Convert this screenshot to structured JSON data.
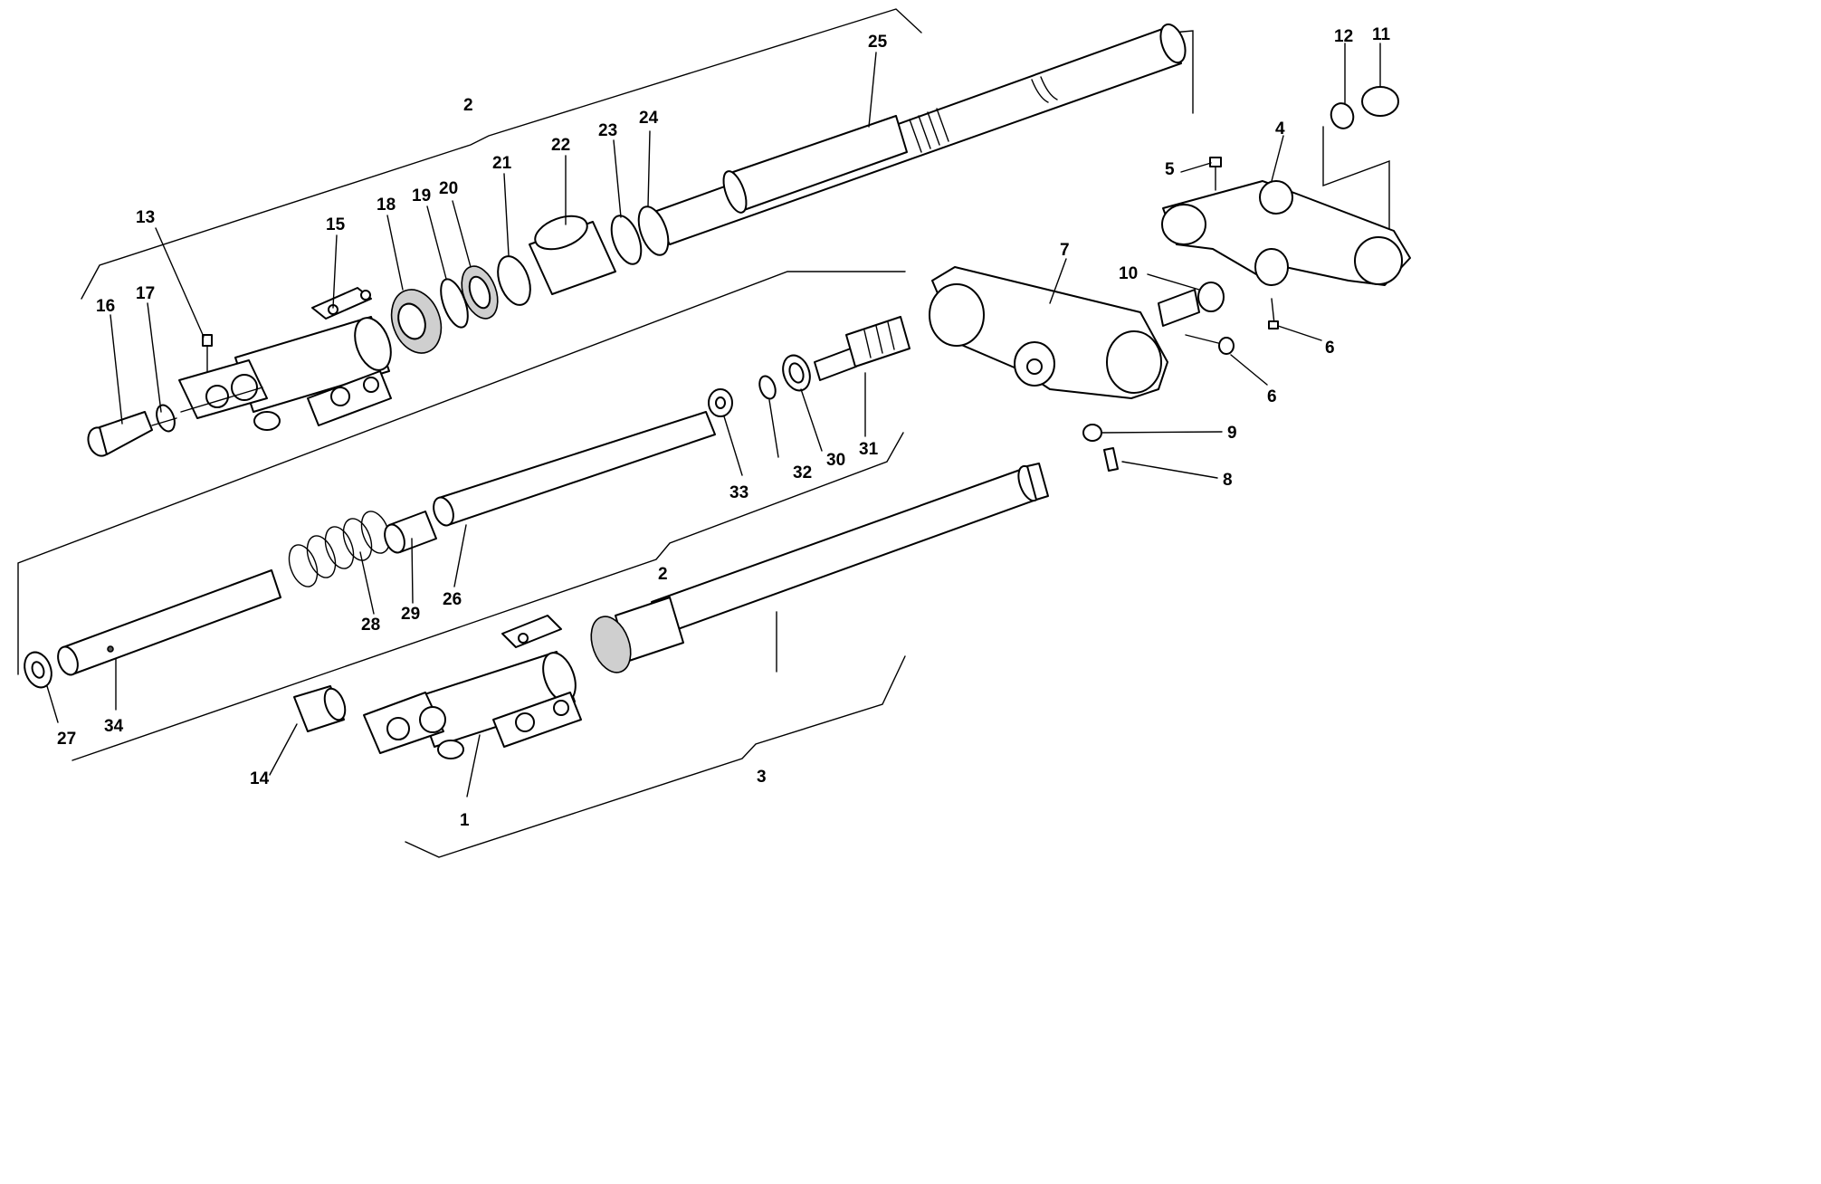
{
  "labels": {
    "l1": "1",
    "l2a": "2",
    "l2b": "2",
    "l3": "3",
    "l4": "4",
    "l5": "5",
    "l6a": "6",
    "l6b": "6",
    "l7": "7",
    "l8": "8",
    "l9": "9",
    "l10": "10",
    "l11": "11",
    "l12": "12",
    "l13": "13",
    "l14": "14",
    "l15": "15",
    "l16": "16",
    "l17": "17",
    "l18": "18",
    "l19": "19",
    "l20": "20",
    "l21": "21",
    "l22": "22",
    "l23": "23",
    "l24": "24",
    "l25": "25",
    "l26": "26",
    "l27": "27",
    "l28": "28",
    "l29": "29",
    "l30": "30",
    "l31": "31",
    "l32": "32",
    "l33": "33",
    "l34": "34"
  }
}
